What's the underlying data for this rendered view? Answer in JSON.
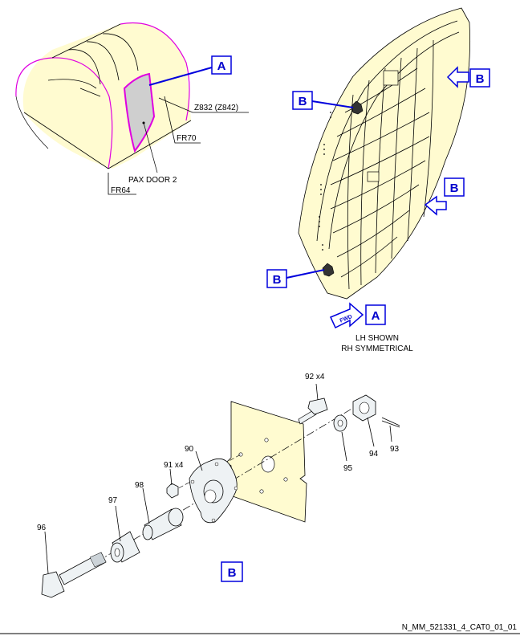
{
  "colors": {
    "panel_fill": "#fffbd0",
    "callout_blue": "#0000dd",
    "magenta": "#e000e0",
    "gray_fill": "#cfcfcf",
    "part_fill": "#eef2f4"
  },
  "fuselage": {
    "z_label": "Z832 (Z842)",
    "fr70_label": "FR70",
    "fr64_label": "FR64",
    "door_label": "PAX DOOR 2",
    "callout_a": "A"
  },
  "door_view": {
    "callout_b_1": "B",
    "callout_b_2": "B",
    "callout_b_3": "B",
    "callout_b_4": "B",
    "view_a": "A",
    "fwd_label": "FWD",
    "note_line1": "LH SHOWN",
    "note_line2": "RH SYMMETRICAL"
  },
  "detail_b": {
    "view_label": "B",
    "parts": {
      "p92": "92 x4",
      "p95": "95",
      "p94": "94",
      "p93": "93",
      "p90": "90",
      "p91": "91 x4",
      "p98": "98",
      "p97": "97",
      "p96": "96"
    }
  },
  "footer": {
    "ref": "N_MM_521331_4_CAT0_01_01"
  }
}
